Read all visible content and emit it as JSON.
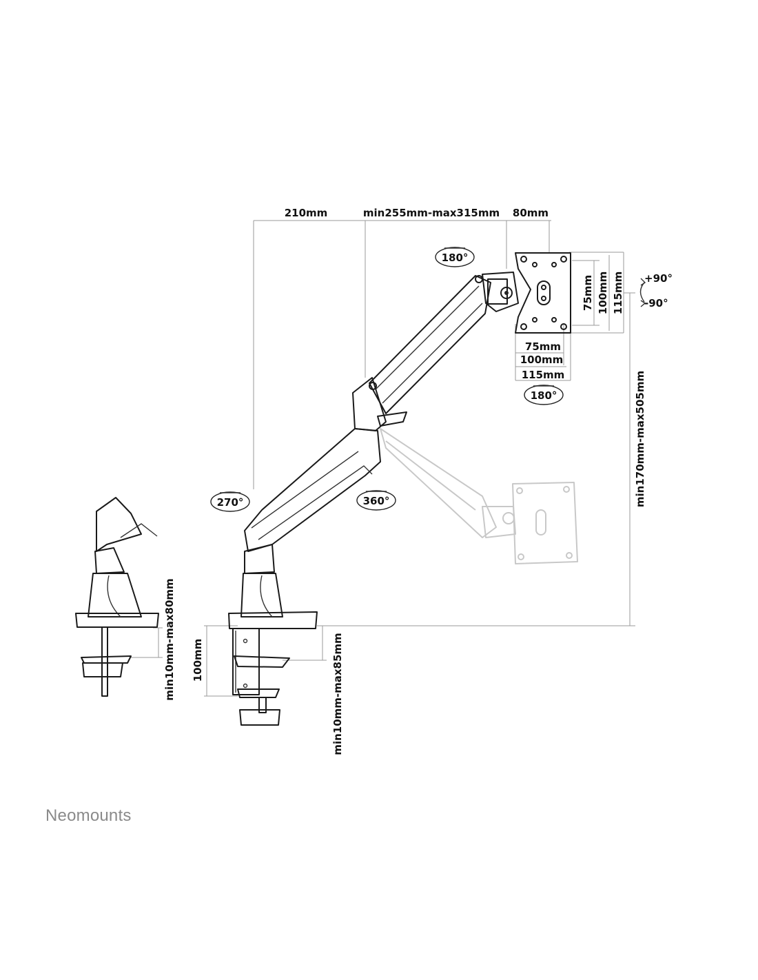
{
  "dimensions": {
    "top_left": "210mm",
    "top_middle": "min255mm-max315mm",
    "top_right": "80mm",
    "vesa_v_75": "75mm",
    "vesa_v_100": "100mm",
    "vesa_v_115": "115mm",
    "vesa_h_75": "75mm",
    "vesa_h_100": "100mm",
    "vesa_h_115": "115mm",
    "height_range": "min170mm-max505mm",
    "base_height": "100mm",
    "clamp_range": "min10mm-max85mm",
    "grommet_range": "min10mm-max80mm"
  },
  "rotations": {
    "top_swivel": "180°",
    "head_swivel": "180°",
    "base_swivel": "270°",
    "arm_swivel": "360°",
    "tilt_up": "+90°",
    "tilt_down": "-90°"
  },
  "brand": "Neomounts"
}
